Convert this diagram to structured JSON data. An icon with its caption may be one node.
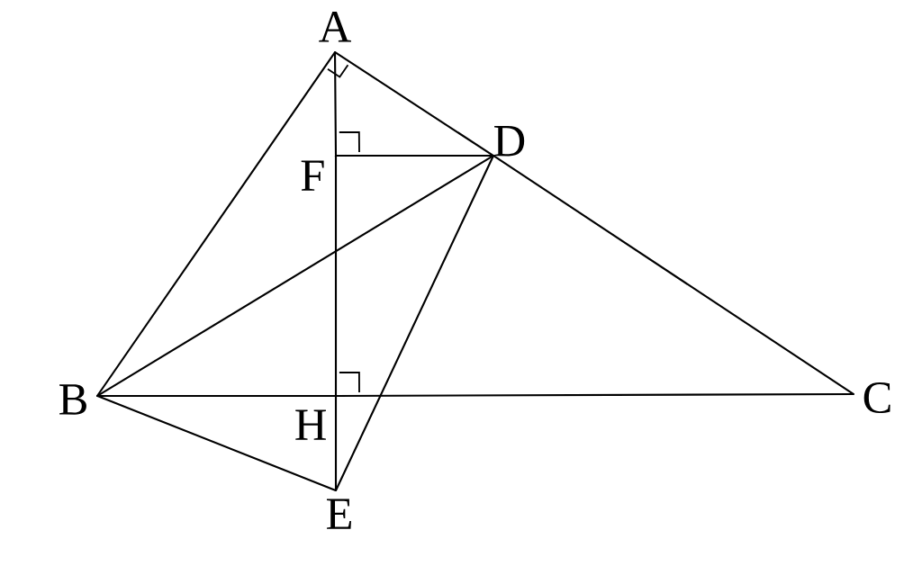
{
  "diagram": {
    "nodes": [
      {
        "text": [
          "A"
        ]
      },
      {
        "text": [
          "B"
        ]
      },
      {
        "text": [
          "C"
        ]
      },
      {
        "text": [
          "D"
        ]
      },
      {
        "text": [
          "E"
        ]
      },
      {
        "text": [
          "F"
        ]
      },
      {
        "text": [
          "H"
        ]
      }
    ],
    "edges": [
      {
        "from": 0,
        "to": 1,
        "arrow": "none"
      },
      {
        "from": 0,
        "to": 3,
        "arrow": "none"
      },
      {
        "from": 3,
        "to": 2,
        "arrow": "none"
      },
      {
        "from": 1,
        "to": 6,
        "arrow": "none"
      },
      {
        "from": 6,
        "to": 2,
        "arrow": "none"
      },
      {
        "from": 0,
        "to": 5,
        "arrow": "none"
      },
      {
        "from": 5,
        "to": 6,
        "arrow": "none"
      },
      {
        "from": 6,
        "to": 4,
        "arrow": "none"
      },
      {
        "from": 5,
        "to": 3,
        "arrow": "none"
      },
      {
        "from": 1,
        "to": 3,
        "arrow": "none"
      },
      {
        "from": 3,
        "to": 4,
        "arrow": "none"
      },
      {
        "from": 1,
        "to": 4,
        "arrow": "none"
      }
    ]
  }
}
